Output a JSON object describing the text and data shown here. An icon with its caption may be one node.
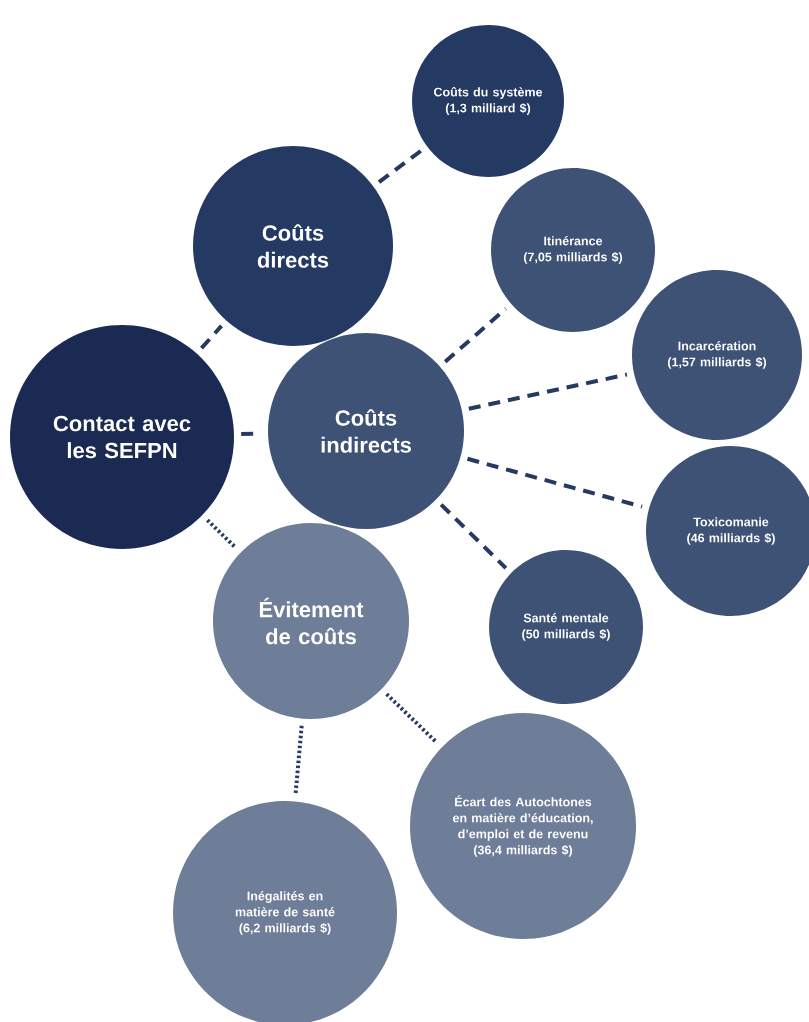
{
  "diagram": {
    "nodes": [
      {
        "text": [
          "Contact avec les SEFPN"
        ]
      },
      {
        "text": [
          "Coûts directs"
        ]
      },
      {
        "text": [
          "Coûts du système",
          "(1,3 milliard $)"
        ]
      },
      {
        "text": [
          "Coûts indirects"
        ]
      },
      {
        "text": [
          "Itinérance",
          "(7,05 milliards $)"
        ]
      },
      {
        "text": [
          "Incarcération",
          "(1,57 milliards $)"
        ]
      },
      {
        "text": [
          "Toxicomanie",
          "(46 milliards $)"
        ]
      },
      {
        "text": [
          "Santé mentale",
          "(50 milliards $)"
        ]
      },
      {
        "text": [
          "Évitement de coûts"
        ]
      },
      {
        "text": [
          "Écart des Autochtones en matière d’éducation, d’emploi et de revenu",
          "(36,4 milliards $)"
        ]
      },
      {
        "text": [
          "Inégalités en matière de santé",
          "(6,2 milliards $)"
        ]
      }
    ],
    "edges": [
      {
        "from": 0,
        "to": 1,
        "arrow": "none",
        "style": "dashed"
      },
      {
        "from": 1,
        "to": 2,
        "arrow": "none",
        "style": "dashed"
      },
      {
        "from": 0,
        "to": 3,
        "arrow": "none",
        "style": "dashed"
      },
      {
        "from": 3,
        "to": 4,
        "arrow": "none",
        "style": "dashed"
      },
      {
        "from": 3,
        "to": 5,
        "arrow": "none",
        "style": "dashed"
      },
      {
        "from": 3,
        "to": 6,
        "arrow": "none",
        "style": "dashed"
      },
      {
        "from": 3,
        "to": 7,
        "arrow": "none",
        "style": "dashed"
      },
      {
        "from": 0,
        "to": 8,
        "arrow": "none"
      },
      {
        "from": 8,
        "to": 9,
        "arrow": "none"
      },
      {
        "from": 8,
        "to": 10,
        "arrow": "none"
      }
    ]
  }
}
